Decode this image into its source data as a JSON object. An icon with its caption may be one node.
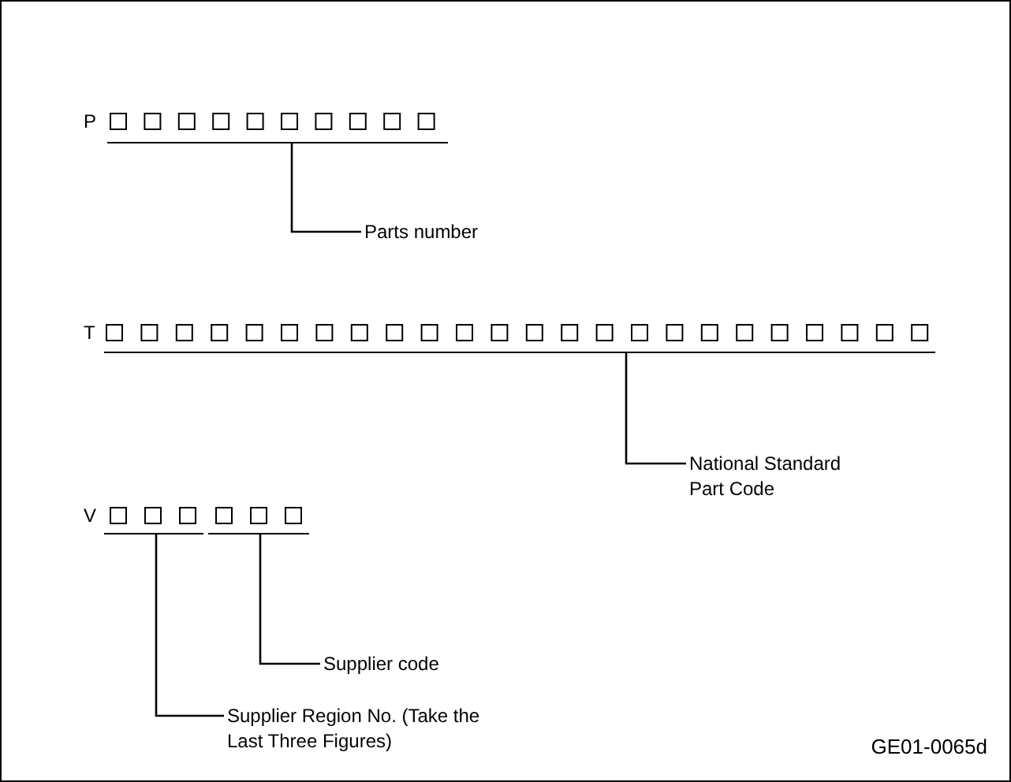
{
  "diagram": {
    "nodes": [
      {
        "text": [],
        "shape": "bar"
      },
      {
        "text": [
          "Parts number"
        ]
      },
      {
        "text": [],
        "shape": "bar"
      },
      {
        "text": [
          "National Standard Part Code"
        ]
      },
      {
        "text": [],
        "shape": "bar"
      },
      {
        "text": [],
        "shape": "bar"
      },
      {
        "text": [
          "Supplier code"
        ]
      },
      {
        "text": [
          "Supplier Region No. (Take the Last Three Figures)"
        ]
      }
    ],
    "edges": [
      {
        "from": 1,
        "to": 0,
        "arrow": "none"
      },
      {
        "from": 3,
        "to": 2,
        "arrow": "none"
      },
      {
        "from": 6,
        "to": 5,
        "arrow": "none"
      },
      {
        "from": 7,
        "to": 4,
        "arrow": "none"
      }
    ],
    "labels": [
      "P",
      "T",
      "V",
      "GE01-0065d"
    ]
  }
}
